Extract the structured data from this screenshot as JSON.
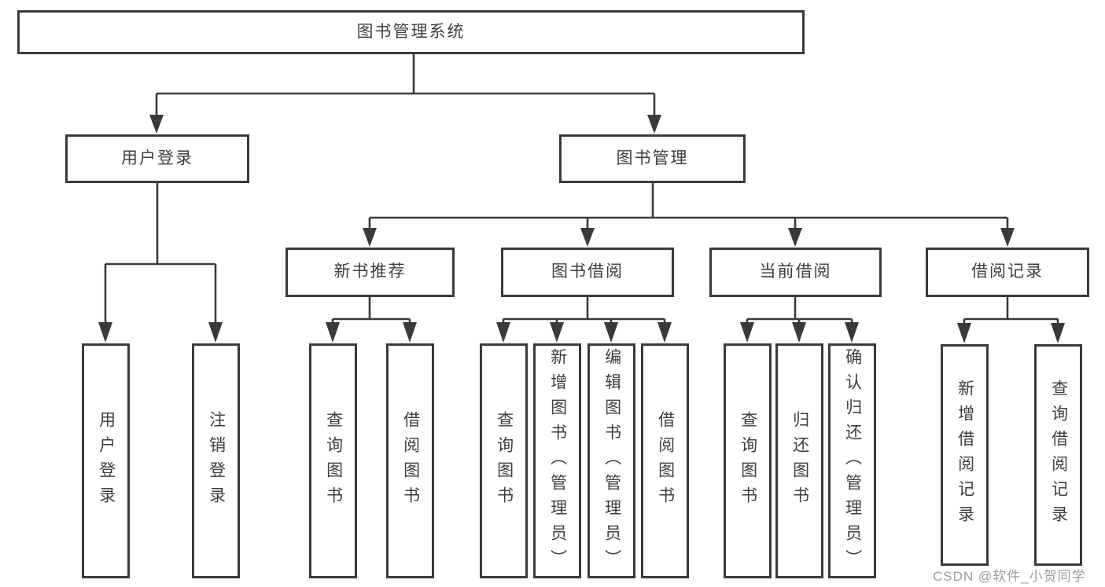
{
  "diagram_type": "hierarchy",
  "tree": {
    "label": "图书管理系统",
    "children": [
      {
        "label": "用户登录",
        "children": [
          {
            "label": "用户登录"
          },
          {
            "label": "注销登录"
          }
        ]
      },
      {
        "label": "图书管理",
        "children": [
          {
            "label": "新书推荐",
            "children": [
              {
                "label": "查询图书"
              },
              {
                "label": "借阅图书"
              }
            ]
          },
          {
            "label": "图书借阅",
            "children": [
              {
                "label": "查询图书"
              },
              {
                "label": "新增图书（管理员）"
              },
              {
                "label": "编辑图书（管理员）"
              },
              {
                "label": "借阅图书"
              }
            ]
          },
          {
            "label": "当前借阅",
            "children": [
              {
                "label": "查询图书"
              },
              {
                "label": "归还图书"
              },
              {
                "label": "确认归还（管理员）"
              }
            ]
          },
          {
            "label": "借阅记录",
            "children": [
              {
                "label": "新增借阅记录"
              },
              {
                "label": "查询借阅记录"
              }
            ]
          }
        ]
      }
    ]
  },
  "watermark": {
    "text": "CSDN @软件_小贺同学"
  },
  "colors": {
    "background": "#ffffff",
    "line": "#3a3a3a",
    "box_border": "#3a3a3a",
    "text": "#3e3e3e",
    "watermark": "#9b9b9b"
  }
}
